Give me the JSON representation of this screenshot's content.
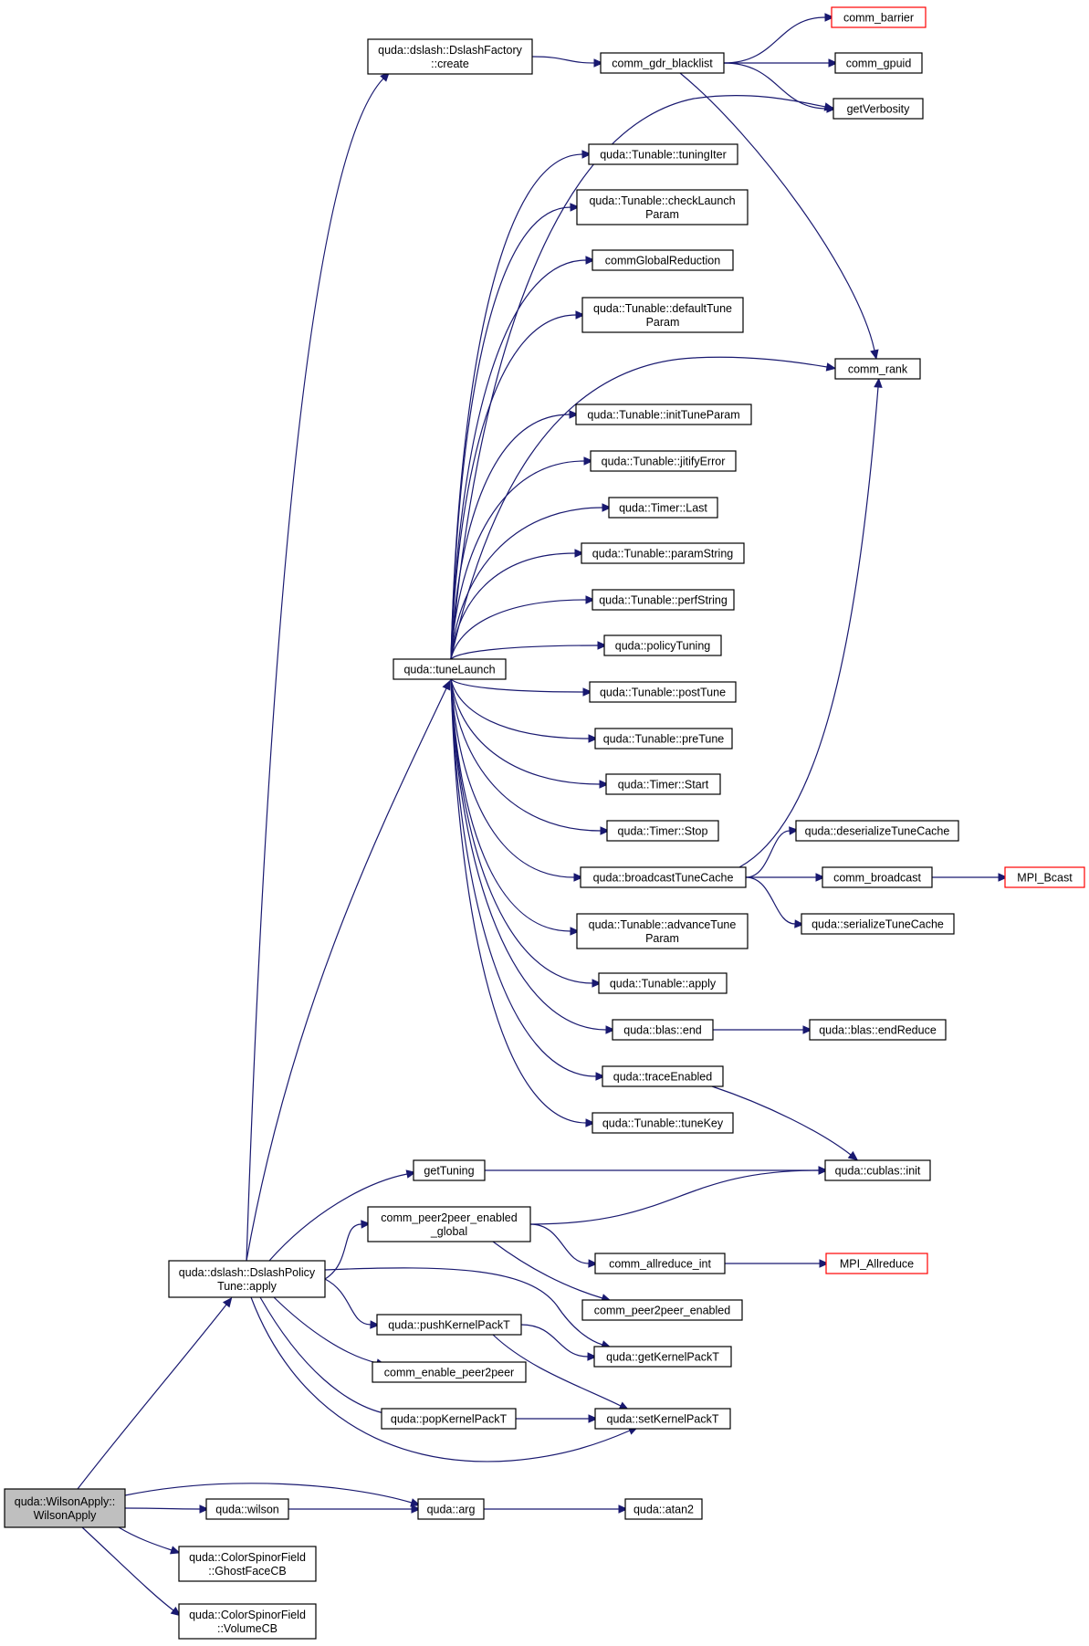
{
  "colors": {
    "edge": "#191970",
    "box": "#000000",
    "external_box": "#ff0000",
    "root_fill": "#bfbfbf"
  },
  "nodes": {
    "wilson_apply": {
      "lines": [
        "quda::WilsonApply::",
        "WilsonApply"
      ],
      "kind": "root"
    },
    "dslash_factory": {
      "lines": [
        "quda::dslash::DslashFactory",
        "::create"
      ]
    },
    "comm_gdr_blacklist": {
      "lines": [
        "comm_gdr_blacklist"
      ]
    },
    "comm_barrier": {
      "lines": [
        "comm_barrier"
      ],
      "kind": "external"
    },
    "comm_gpuid": {
      "lines": [
        "comm_gpuid"
      ]
    },
    "get_verbosity": {
      "lines": [
        "getVerbosity"
      ]
    },
    "tuning_iter": {
      "lines": [
        "quda::Tunable::tuningIter"
      ]
    },
    "check_launch_param": {
      "lines": [
        "quda::Tunable::checkLaunch",
        "Param"
      ]
    },
    "comm_global_reduction": {
      "lines": [
        "commGlobalReduction"
      ]
    },
    "default_tune_param": {
      "lines": [
        "quda::Tunable::defaultTune",
        "Param"
      ]
    },
    "comm_rank": {
      "lines": [
        "comm_rank"
      ]
    },
    "init_tune_param": {
      "lines": [
        "quda::Tunable::initTuneParam"
      ]
    },
    "jitify_error": {
      "lines": [
        "quda::Tunable::jitifyError"
      ]
    },
    "timer_last": {
      "lines": [
        "quda::Timer::Last"
      ]
    },
    "param_string": {
      "lines": [
        "quda::Tunable::paramString"
      ]
    },
    "perf_string": {
      "lines": [
        "quda::Tunable::perfString"
      ]
    },
    "policy_tuning": {
      "lines": [
        "quda::policyTuning"
      ]
    },
    "tune_launch": {
      "lines": [
        "quda::tuneLaunch"
      ]
    },
    "post_tune": {
      "lines": [
        "quda::Tunable::postTune"
      ]
    },
    "pre_tune": {
      "lines": [
        "quda::Tunable::preTune"
      ]
    },
    "timer_start": {
      "lines": [
        "quda::Timer::Start"
      ]
    },
    "timer_stop": {
      "lines": [
        "quda::Timer::Stop"
      ]
    },
    "deserialize_tune_cache": {
      "lines": [
        "quda::deserializeTuneCache"
      ]
    },
    "broadcast_tune_cache": {
      "lines": [
        "quda::broadcastTuneCache"
      ]
    },
    "comm_broadcast": {
      "lines": [
        "comm_broadcast"
      ]
    },
    "mpi_bcast": {
      "lines": [
        "MPI_Bcast"
      ],
      "kind": "external"
    },
    "serialize_tune_cache": {
      "lines": [
        "quda::serializeTuneCache"
      ]
    },
    "advance_tune_param": {
      "lines": [
        "quda::Tunable::advanceTune",
        "Param"
      ]
    },
    "tunable_apply": {
      "lines": [
        "quda::Tunable::apply"
      ]
    },
    "blas_end": {
      "lines": [
        "quda::blas::end"
      ]
    },
    "blas_end_reduce": {
      "lines": [
        "quda::blas::endReduce"
      ]
    },
    "trace_enabled": {
      "lines": [
        "quda::traceEnabled"
      ]
    },
    "tune_key": {
      "lines": [
        "quda::Tunable::tuneKey"
      ]
    },
    "get_tuning": {
      "lines": [
        "getTuning"
      ]
    },
    "cublas_init": {
      "lines": [
        "quda::cublas::init"
      ]
    },
    "comm_p2p_global": {
      "lines": [
        "comm_peer2peer_enabled",
        "_global"
      ]
    },
    "dslash_policy_apply": {
      "lines": [
        "quda::dslash::DslashPolicy",
        "Tune::apply"
      ]
    },
    "comm_allreduce_int": {
      "lines": [
        "comm_allreduce_int"
      ]
    },
    "mpi_allreduce": {
      "lines": [
        "MPI_Allreduce"
      ],
      "kind": "external"
    },
    "comm_p2p_enabled": {
      "lines": [
        "comm_peer2peer_enabled"
      ]
    },
    "push_kernel_pack": {
      "lines": [
        "quda::pushKernelPackT"
      ]
    },
    "get_kernel_pack": {
      "lines": [
        "quda::getKernelPackT"
      ]
    },
    "comm_enable_p2p": {
      "lines": [
        "comm_enable_peer2peer"
      ]
    },
    "pop_kernel_pack": {
      "lines": [
        "quda::popKernelPackT"
      ]
    },
    "set_kernel_pack": {
      "lines": [
        "quda::setKernelPackT"
      ]
    },
    "quda_wilson": {
      "lines": [
        "quda::wilson"
      ]
    },
    "quda_arg": {
      "lines": [
        "quda::arg"
      ]
    },
    "quda_atan2": {
      "lines": [
        "quda::atan2"
      ]
    },
    "ghost_face_cb": {
      "lines": [
        "quda::ColorSpinorField",
        "::GhostFaceCB"
      ]
    },
    "volume_cb": {
      "lines": [
        "quda::ColorSpinorField",
        "::VolumeCB"
      ]
    }
  },
  "edges": [
    [
      "wilson_apply",
      "dslash_policy_apply"
    ],
    [
      "wilson_apply",
      "quda_arg"
    ],
    [
      "wilson_apply",
      "quda_wilson"
    ],
    [
      "wilson_apply",
      "ghost_face_cb"
    ],
    [
      "wilson_apply",
      "volume_cb"
    ],
    [
      "dslash_policy_apply",
      "dslash_factory"
    ],
    [
      "dslash_policy_apply",
      "tune_launch"
    ],
    [
      "dslash_policy_apply",
      "get_tuning"
    ],
    [
      "dslash_policy_apply",
      "comm_p2p_global"
    ],
    [
      "dslash_policy_apply",
      "push_kernel_pack"
    ],
    [
      "dslash_policy_apply",
      "comm_enable_p2p"
    ],
    [
      "dslash_policy_apply",
      "pop_kernel_pack"
    ],
    [
      "dslash_policy_apply",
      "get_kernel_pack"
    ],
    [
      "dslash_policy_apply",
      "set_kernel_pack"
    ],
    [
      "dslash_factory",
      "comm_gdr_blacklist"
    ],
    [
      "comm_gdr_blacklist",
      "comm_barrier"
    ],
    [
      "comm_gdr_blacklist",
      "comm_gpuid"
    ],
    [
      "comm_gdr_blacklist",
      "get_verbosity"
    ],
    [
      "comm_gdr_blacklist",
      "comm_rank"
    ],
    [
      "tune_launch",
      "get_verbosity"
    ],
    [
      "tune_launch",
      "tuning_iter"
    ],
    [
      "tune_launch",
      "check_launch_param"
    ],
    [
      "tune_launch",
      "comm_global_reduction"
    ],
    [
      "tune_launch",
      "default_tune_param"
    ],
    [
      "tune_launch",
      "comm_rank"
    ],
    [
      "tune_launch",
      "init_tune_param"
    ],
    [
      "tune_launch",
      "jitify_error"
    ],
    [
      "tune_launch",
      "timer_last"
    ],
    [
      "tune_launch",
      "param_string"
    ],
    [
      "tune_launch",
      "perf_string"
    ],
    [
      "tune_launch",
      "policy_tuning"
    ],
    [
      "tune_launch",
      "post_tune"
    ],
    [
      "tune_launch",
      "pre_tune"
    ],
    [
      "tune_launch",
      "timer_start"
    ],
    [
      "tune_launch",
      "timer_stop"
    ],
    [
      "tune_launch",
      "broadcast_tune_cache"
    ],
    [
      "tune_launch",
      "advance_tune_param"
    ],
    [
      "tune_launch",
      "tunable_apply"
    ],
    [
      "tune_launch",
      "blas_end"
    ],
    [
      "tune_launch",
      "trace_enabled"
    ],
    [
      "tune_launch",
      "tune_key"
    ],
    [
      "broadcast_tune_cache",
      "comm_rank"
    ],
    [
      "broadcast_tune_cache",
      "deserialize_tune_cache"
    ],
    [
      "broadcast_tune_cache",
      "comm_broadcast"
    ],
    [
      "broadcast_tune_cache",
      "serialize_tune_cache"
    ],
    [
      "comm_broadcast",
      "mpi_bcast"
    ],
    [
      "blas_end",
      "blas_end_reduce"
    ],
    [
      "trace_enabled",
      "cublas_init"
    ],
    [
      "get_tuning",
      "cublas_init"
    ],
    [
      "comm_p2p_global",
      "cublas_init"
    ],
    [
      "comm_p2p_global",
      "comm_allreduce_int"
    ],
    [
      "comm_p2p_global",
      "comm_p2p_enabled"
    ],
    [
      "comm_allreduce_int",
      "mpi_allreduce"
    ],
    [
      "push_kernel_pack",
      "get_kernel_pack"
    ],
    [
      "push_kernel_pack",
      "set_kernel_pack"
    ],
    [
      "pop_kernel_pack",
      "set_kernel_pack"
    ],
    [
      "quda_wilson",
      "quda_arg"
    ],
    [
      "quda_arg",
      "quda_atan2"
    ]
  ]
}
